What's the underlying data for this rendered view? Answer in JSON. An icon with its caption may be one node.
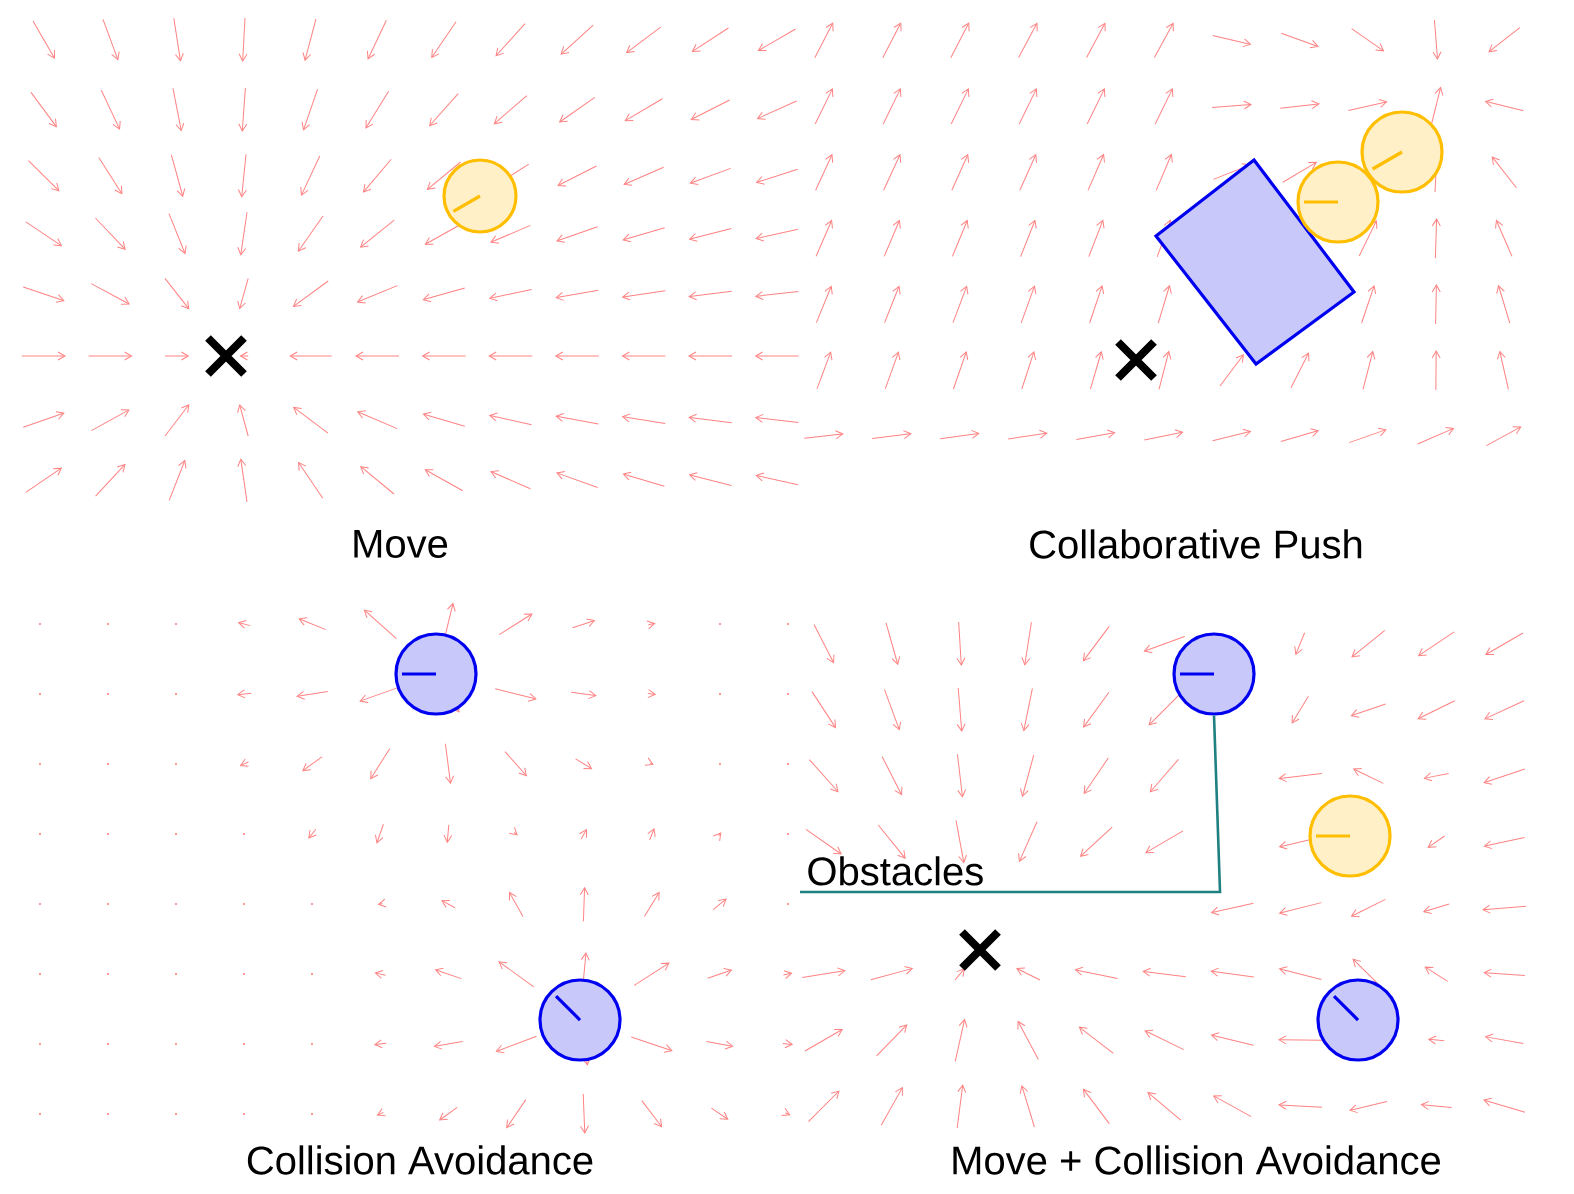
{
  "diagram": {
    "nodes": [
      {
        "text": [
          "Obstacles"
        ]
      },
      {
        "text": [],
        "shape": "circle"
      }
    ],
    "edges": [
      {
        "from": 0,
        "to": 1,
        "arrow": "none"
      }
    ],
    "labels": [
      "Move",
      "Collaborative Push",
      "Collision Avoidance",
      "Move + Collision Avoidance"
    ]
  }
}
